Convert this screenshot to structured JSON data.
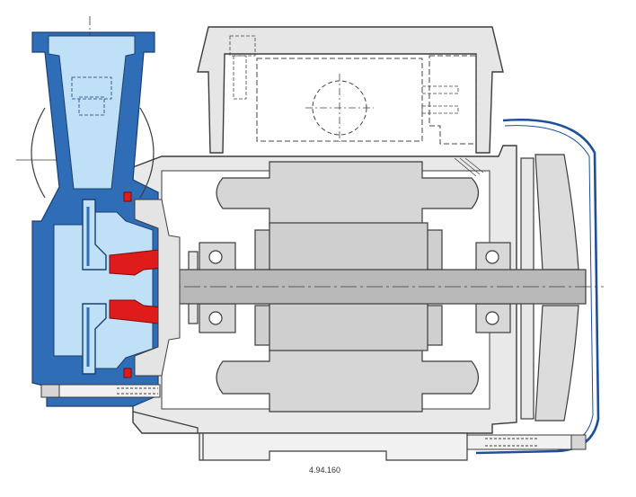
{
  "drawing": {
    "reference_number": "4.94.160"
  },
  "colors": {
    "pump_body": "#2f6db7",
    "pump_chamber": "#bfe0f6",
    "seal": "#e01b1b",
    "motor_outline": "#3b3b3b",
    "motor_fill": "#d6d6d6",
    "stator_core": "#cfcfcf",
    "fan_cover": "#1e4f99"
  },
  "components": {
    "pump_housing": "pump-housing",
    "impeller": "impeller",
    "mechanical_seal": "mechanical-seal",
    "motor_shaft": "motor-shaft",
    "stator": "stator",
    "rotor_windings": "rotor-windings",
    "bearings": [
      "front-bearing",
      "rear-bearing"
    ],
    "terminal_box": "terminal-box",
    "cooling_fan": "cooling-fan",
    "fan_cover": "fan-cover",
    "base_foot": "base-foot"
  }
}
